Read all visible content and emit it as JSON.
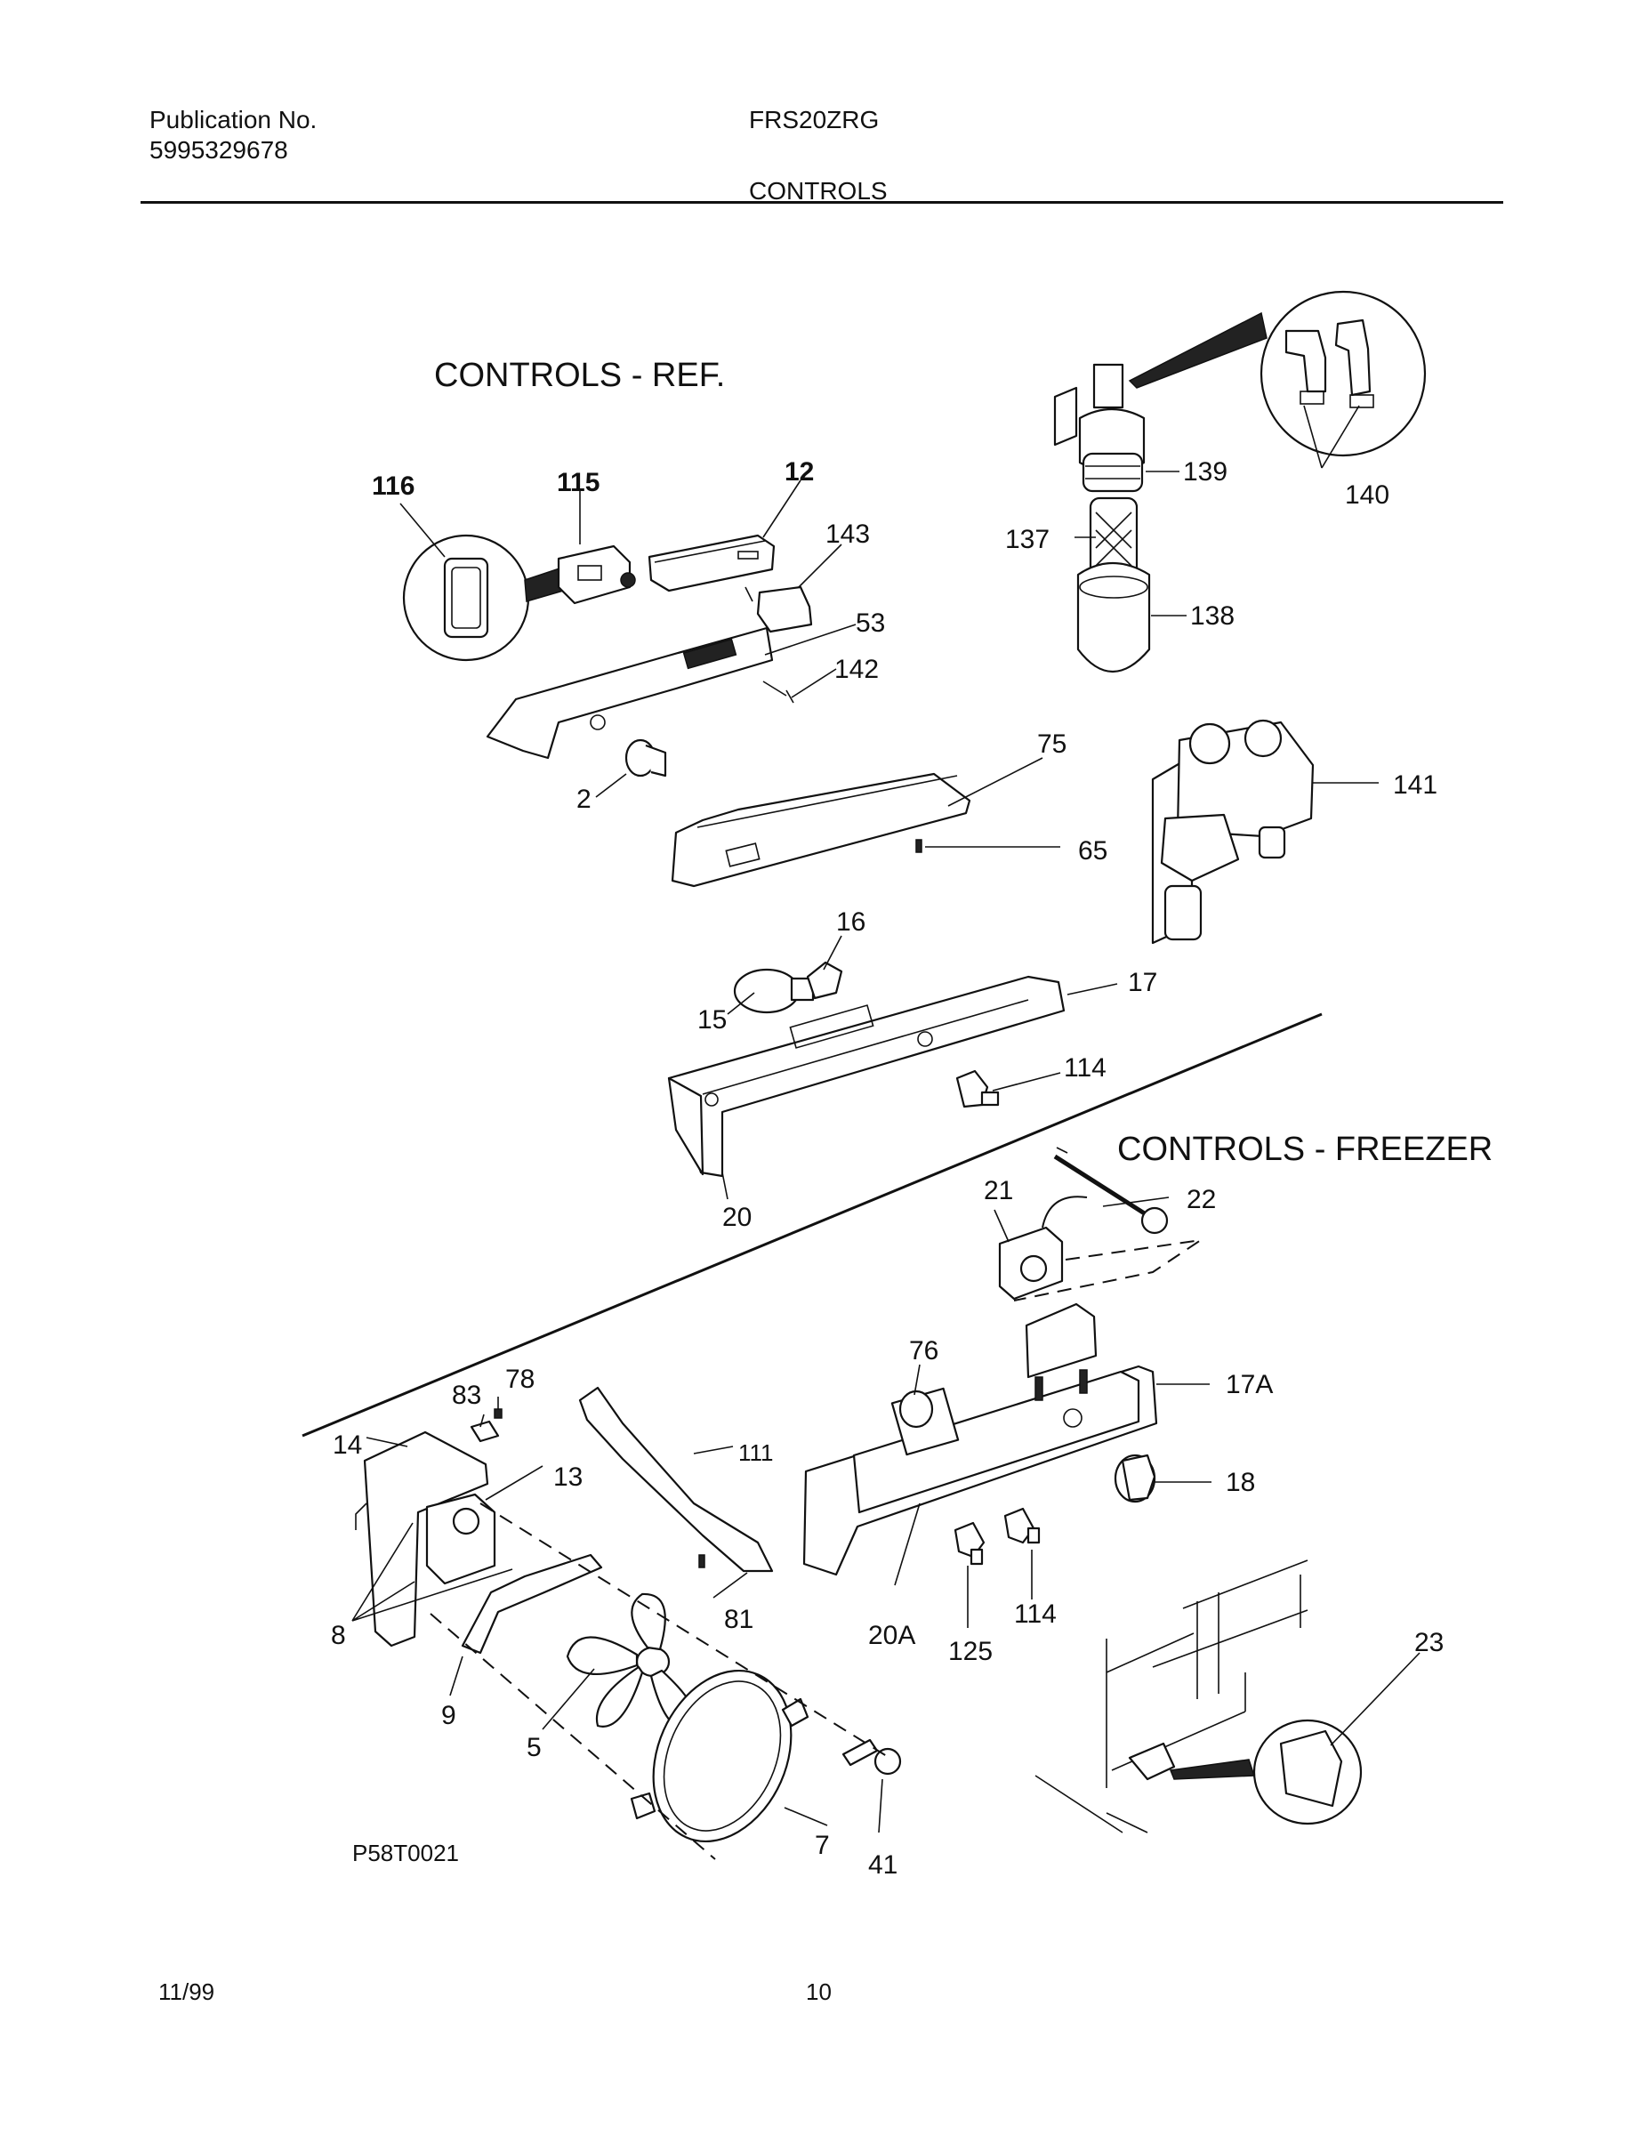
{
  "header": {
    "publication_label": "Publication No.",
    "publication_number": "5995329678",
    "model": "FRS20ZRG",
    "section": "CONTROLS"
  },
  "diagram": {
    "title_ref": "CONTROLS - REF.",
    "title_freezer": "CONTROLS - FREEZER",
    "drawing_code": "P58T0021"
  },
  "callouts": {
    "c116": "116",
    "c115": "115",
    "c12": "12",
    "c143": "143",
    "c53": "53",
    "c142": "142",
    "c2": "2",
    "c139": "139",
    "c140": "140",
    "c137": "137",
    "c138": "138",
    "c75": "75",
    "c65": "65",
    "c141": "141",
    "c16": "16",
    "c17": "17",
    "c15": "15",
    "c114a": "114",
    "c20": "20",
    "c21": "21",
    "c22": "22",
    "c76": "76",
    "c17A": "17A",
    "c83": "83",
    "c78": "78",
    "c14": "14",
    "c13": "13",
    "c111": "111",
    "c18": "18",
    "c8": "8",
    "c81": "81",
    "c20A": "20A",
    "c114b": "114",
    "c125": "125",
    "c23": "23",
    "c9": "9",
    "c5": "5",
    "c7": "7",
    "c41": "41"
  },
  "footer": {
    "date": "11/99",
    "page": "10"
  }
}
